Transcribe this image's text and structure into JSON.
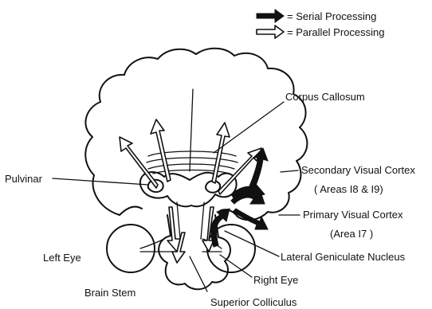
{
  "legend": {
    "serial": "= Serial Processing",
    "parallel": "= Parallel Processing"
  },
  "labels": {
    "corpus_callosum": "Corpus Callosum",
    "pulvinar": "Pulvinar",
    "secondary_cortex": "Secondary Visual Cortex",
    "secondary_areas": "( Areas I8 & I9)",
    "primary_cortex": "Primary Visual Cortex",
    "primary_area": "(Area I7 )",
    "left_eye": "Left Eye",
    "lgn": "Lateral Geniculate Nucleus",
    "right_eye": "Right Eye",
    "brain_stem": "Brain Stem",
    "superior_colliculus": "Superior Colliculus"
  }
}
